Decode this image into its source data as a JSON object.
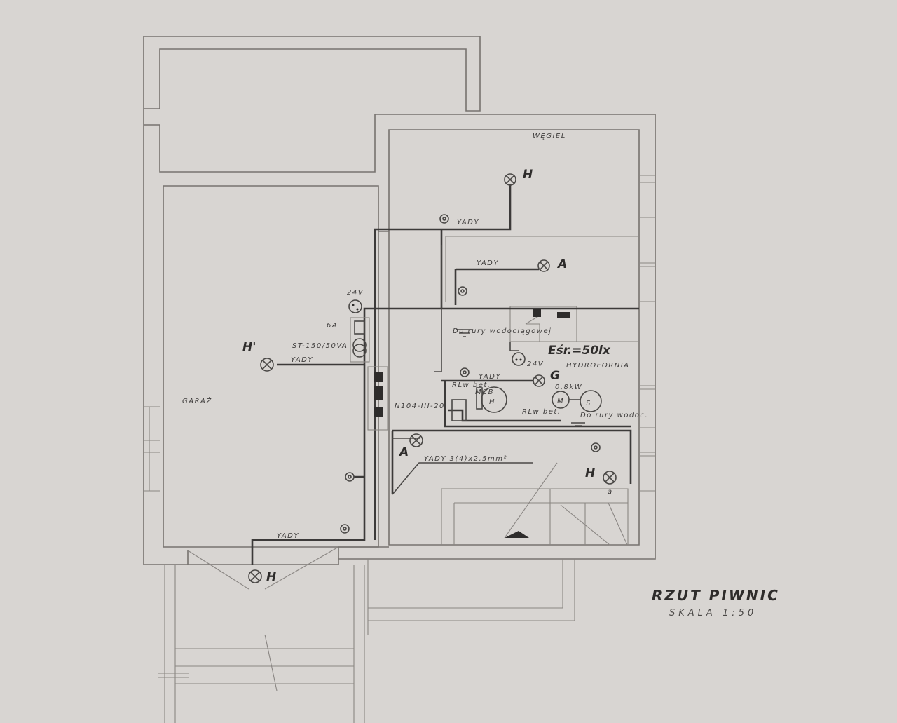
{
  "title": "RZUT PIWNIC",
  "scale": "SKALA 1:50",
  "rooms": {
    "coal": "WĘGIEL",
    "garage": "GARAŻ",
    "hydro": "HYDROFORNIA"
  },
  "lamps": {
    "coal": "H",
    "hydro_a": "A",
    "hydro_g": "G",
    "garage": "H'",
    "corridor_a": "A",
    "stairs": "H",
    "entry": "H",
    "stairs_sub": "a"
  },
  "cables": {
    "coal": "YADY",
    "hydro_a": "YADY",
    "hydro_g": "YADY",
    "garage": "YADY",
    "entry": "YADY",
    "main": "YADY 3(4)x2,5mm²"
  },
  "transformer": {
    "voltage": "24V",
    "fuse": "6A",
    "model": "ST-150/50VA"
  },
  "socket_hydro_voltage": "24V",
  "ground_note": "Do rury wodociągowej",
  "ground_note_2": "Do rury wodoc.",
  "illuminance": "Eśr.=50lx",
  "switchboard": "N104-III-20",
  "motor": {
    "power": "0,8kW",
    "symbol": "M",
    "tank": "S",
    "heater": "H",
    "mcb": "MCB",
    "cable_a": "RLw bet.",
    "cable_b": "RLw bet."
  }
}
